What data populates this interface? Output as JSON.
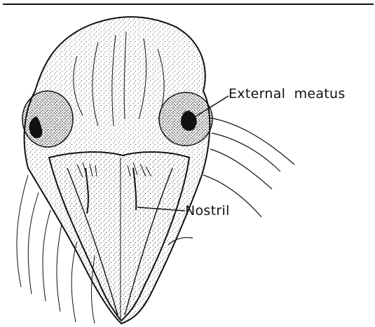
{
  "figure": {
    "subject": "bird-head-front-view-illustration",
    "ink_color": "#111111",
    "background_color": "#ffffff"
  },
  "labels": {
    "external_meatus": "External meatus",
    "nostril": "Nostril"
  }
}
